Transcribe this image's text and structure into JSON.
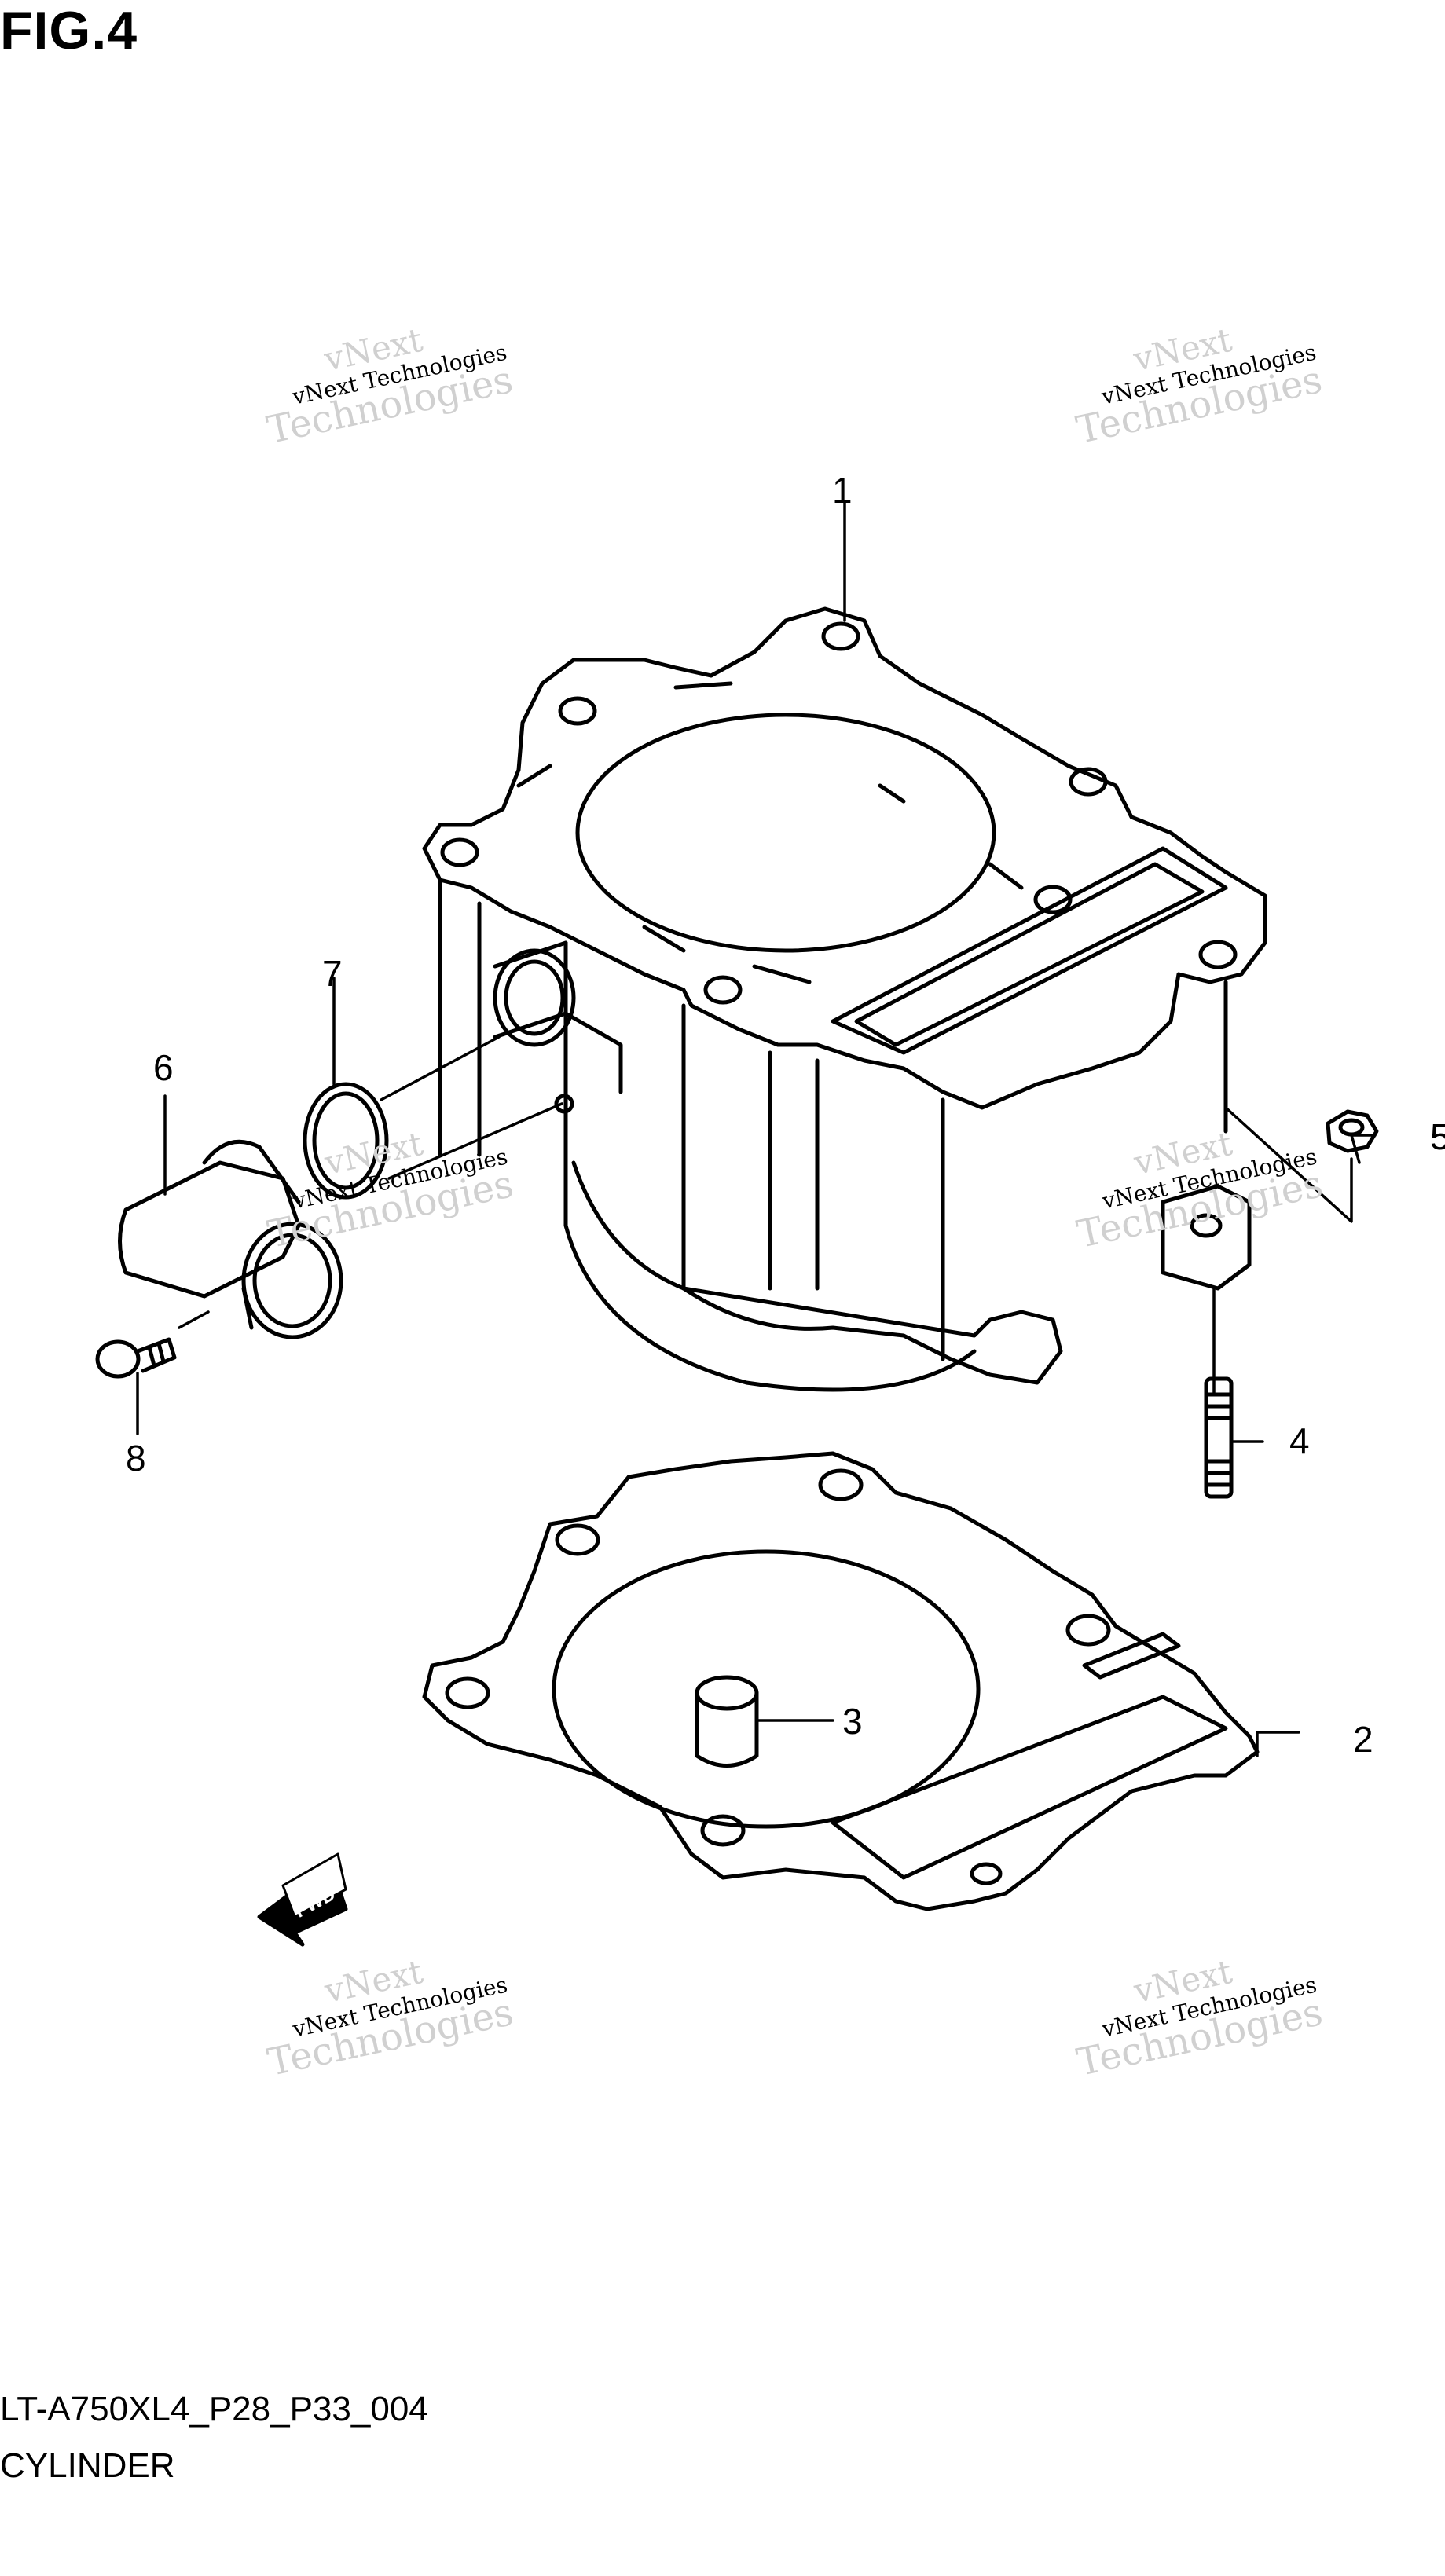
{
  "figure": {
    "title": "FIG.4",
    "code": "LT-A750XL4_P28_P33_004",
    "name": "CYLINDER"
  },
  "callouts": [
    "1",
    "2",
    "3",
    "4",
    "5",
    "6",
    "7",
    "8"
  ],
  "fwd_label": "FWD",
  "watermark": {
    "line1": "vNext",
    "line2": "vNext Technologies",
    "line3": "Technologies"
  }
}
